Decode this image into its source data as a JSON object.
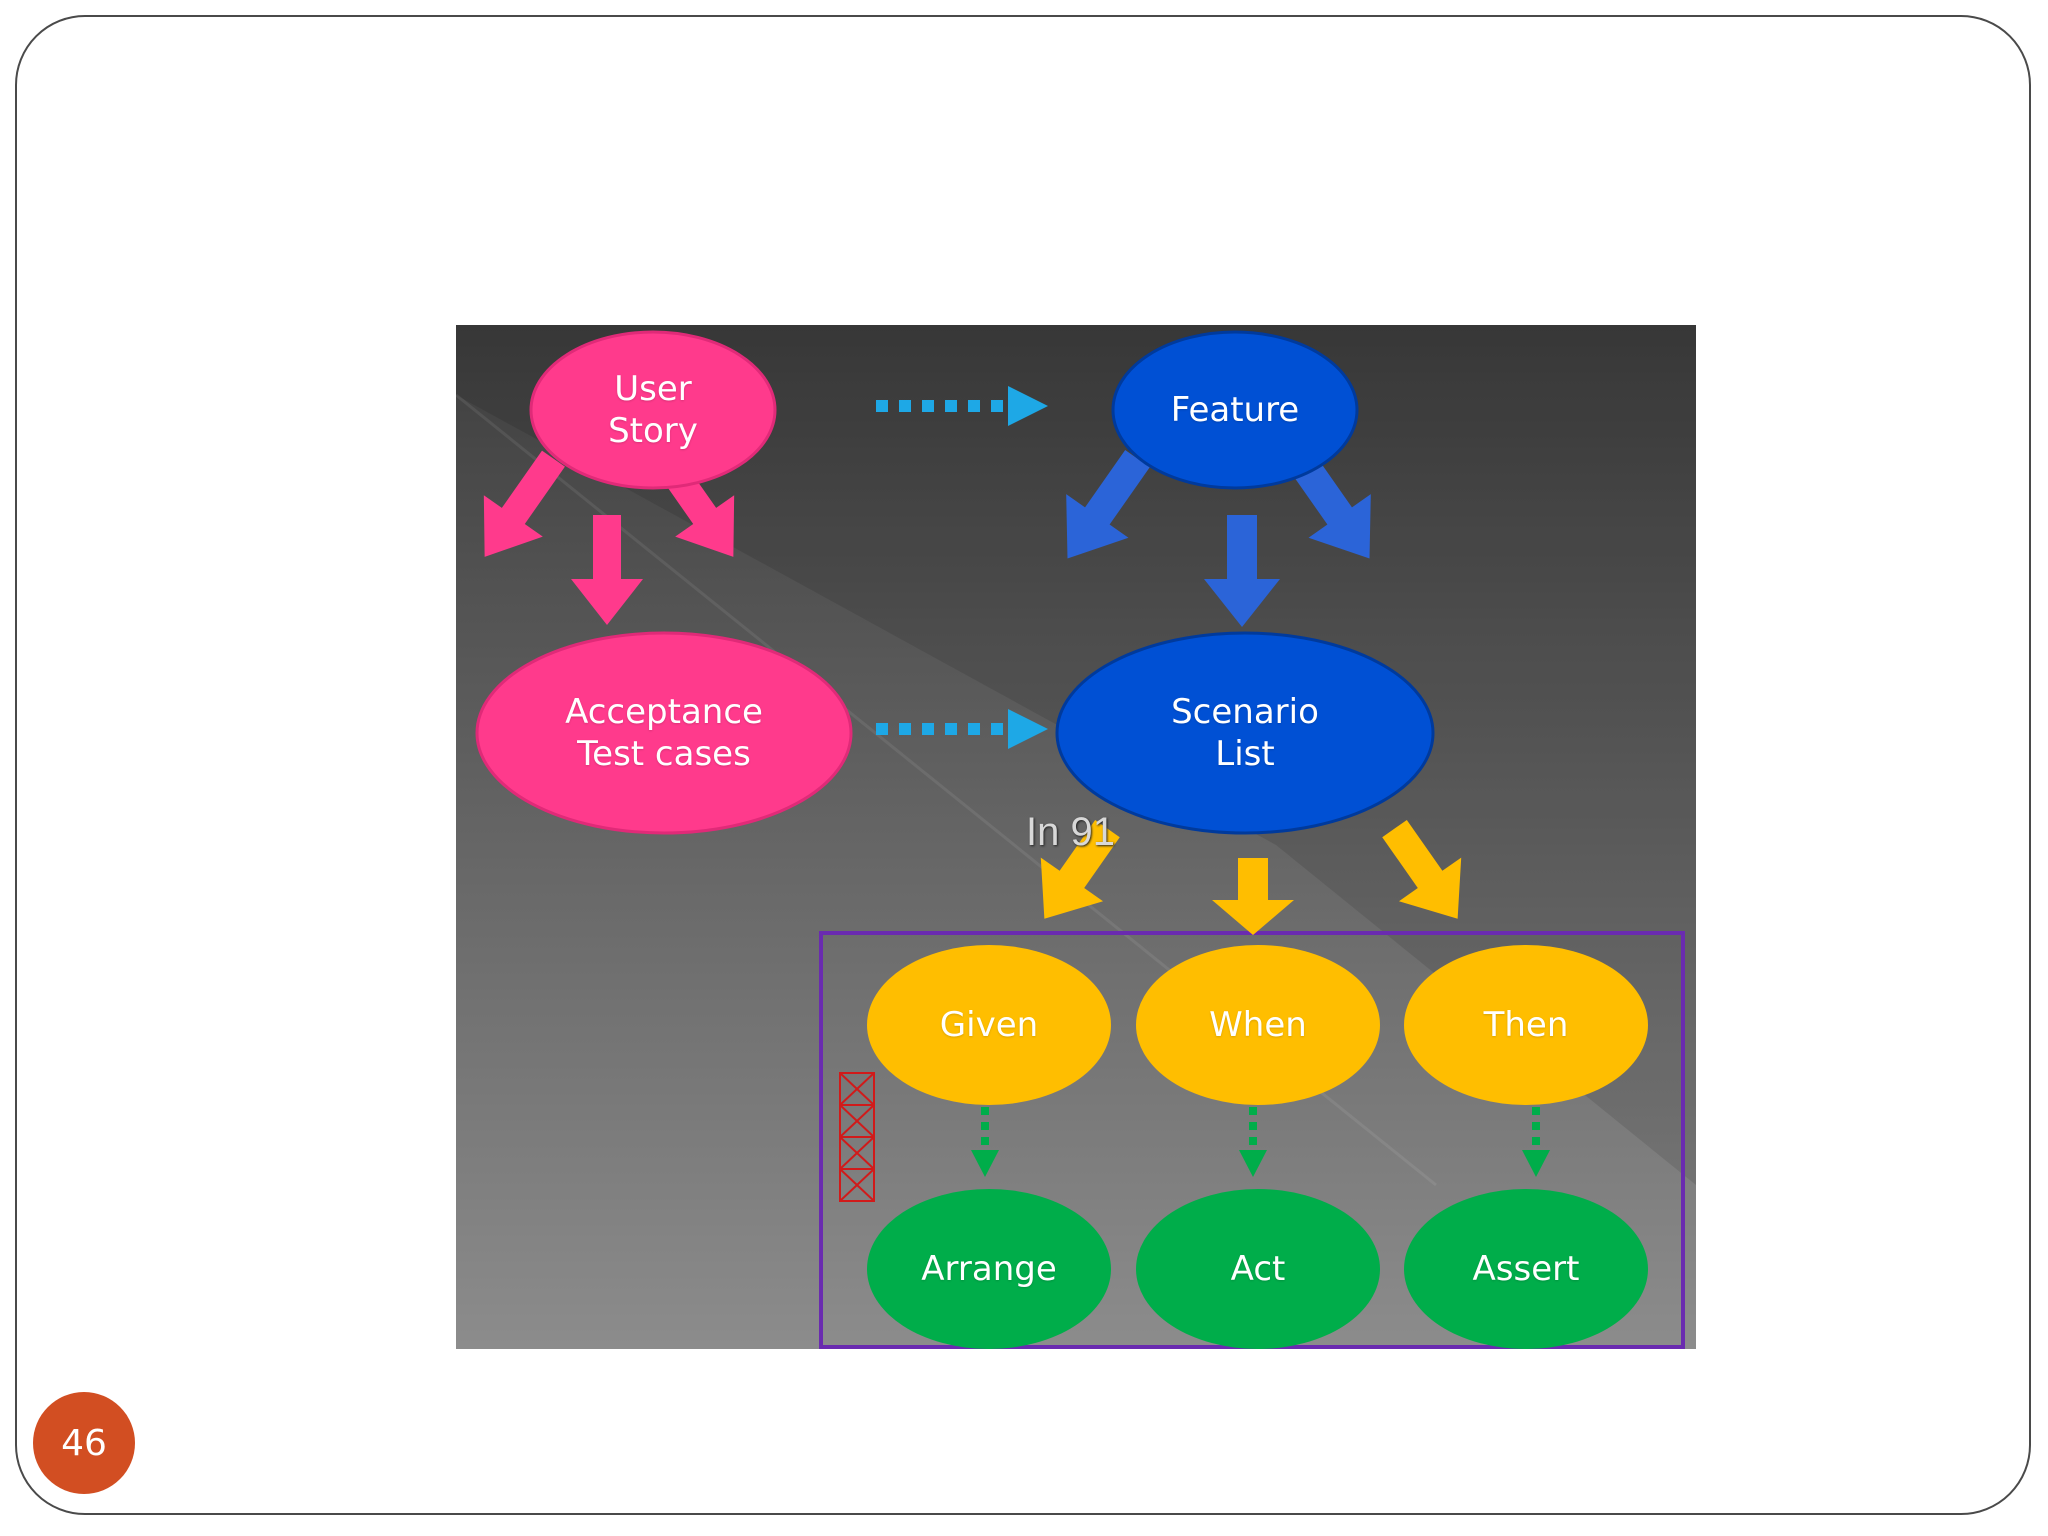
{
  "slide": {
    "page_number": "46"
  },
  "diagram": {
    "nodes": {
      "user_story": "User\nStory",
      "feature": "Feature",
      "acceptance": "Acceptance\nTest cases",
      "scenario": "Scenario\nList",
      "given": "Given",
      "when": "When",
      "then": "Then",
      "arrange": "Arrange",
      "act": "Act",
      "assert": "Assert"
    },
    "overlay_text": "In 91",
    "colors": {
      "pink": "#ff3a8c",
      "blue": "#0050d4",
      "blue_arrow": "#2b64d8",
      "cyan_arrow": "#1ea8e6",
      "yellow": "#ffbe00",
      "green": "#00ad4a",
      "purple_border": "#6a2bb0",
      "badge": "#d24e22"
    }
  }
}
